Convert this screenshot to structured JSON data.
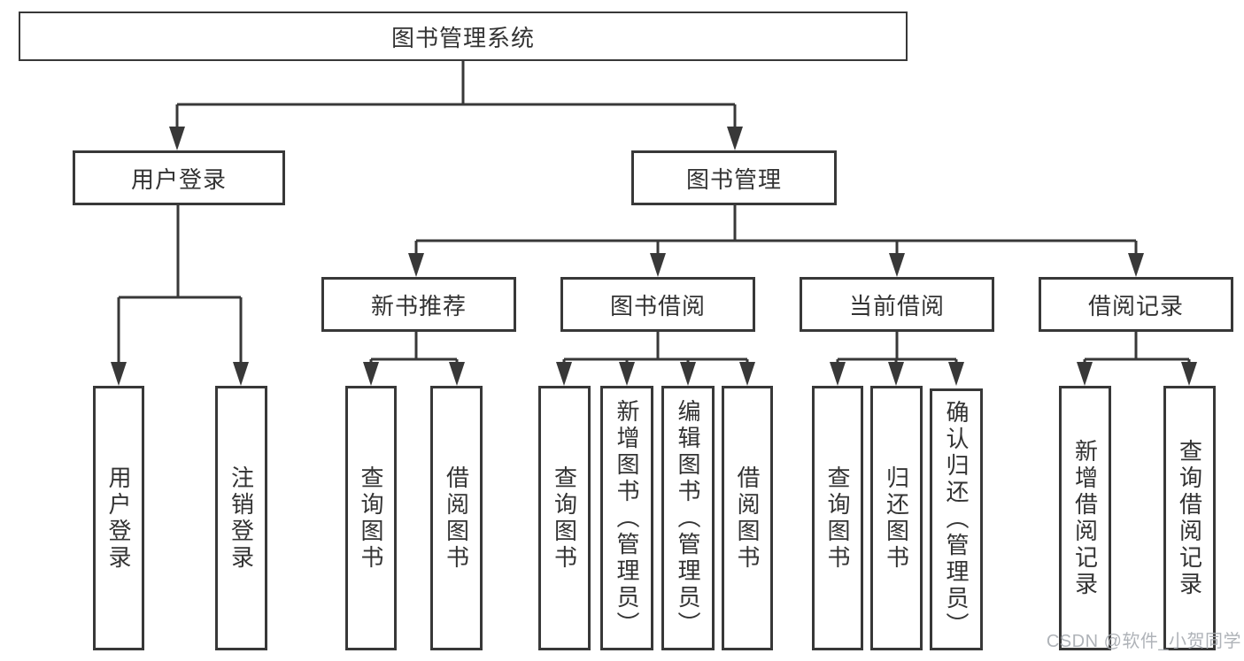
{
  "colors": {
    "line": "#383838",
    "box_border": "#383838",
    "text": "#333333",
    "watermark": "#a9adb3",
    "background": "#ffffff"
  },
  "tree": {
    "root": {
      "label": "图书管理系统"
    },
    "branches": [
      {
        "label": "用户登录",
        "children": [
          {
            "label": "用户登录"
          },
          {
            "label": "注销登录"
          }
        ]
      },
      {
        "label": "图书管理",
        "children": [
          {
            "label": "新书推荐",
            "children": [
              {
                "label": "查询图书"
              },
              {
                "label": "借阅图书"
              }
            ]
          },
          {
            "label": "图书借阅",
            "children": [
              {
                "label": "查询图书"
              },
              {
                "label": "新增图书（管理员）"
              },
              {
                "label": "编辑图书（管理员）"
              },
              {
                "label": "借阅图书"
              }
            ]
          },
          {
            "label": "当前借阅",
            "children": [
              {
                "label": "查询图书"
              },
              {
                "label": "归还图书"
              },
              {
                "label": "确认归还（管理员）"
              }
            ]
          },
          {
            "label": "借阅记录",
            "children": [
              {
                "label": "新增借阅记录"
              },
              {
                "label": "查询借阅记录"
              }
            ]
          }
        ]
      }
    ]
  },
  "watermark": "CSDN @软件_小贺同学"
}
